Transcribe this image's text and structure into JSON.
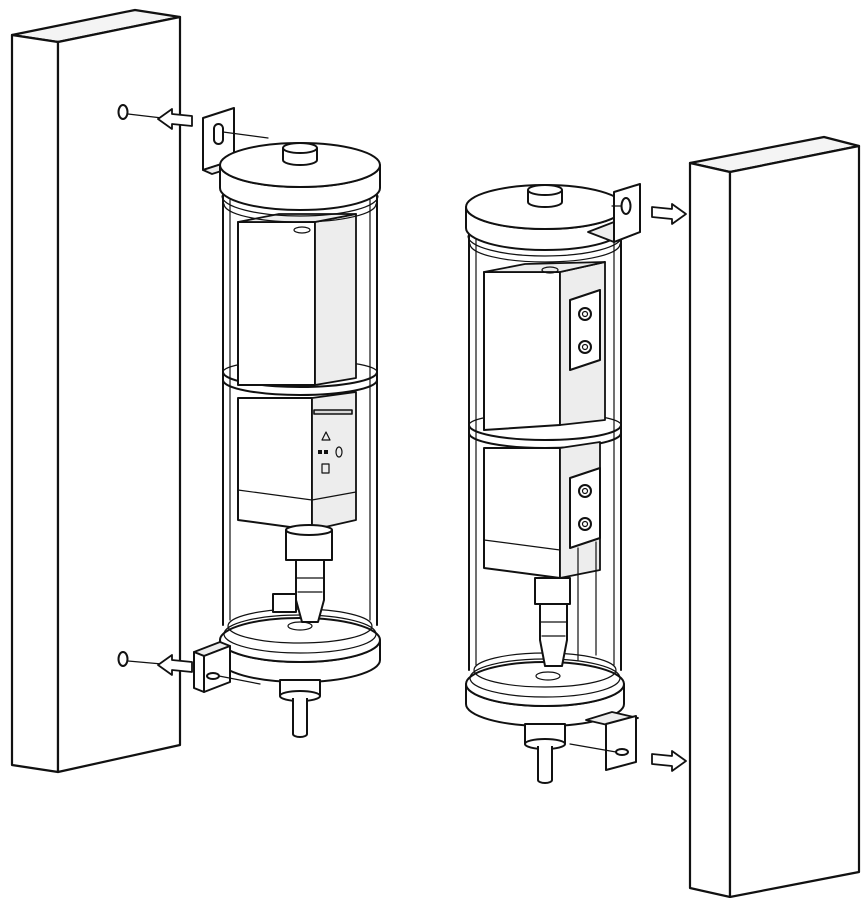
{
  "figure": {
    "kind": "installation-illustration",
    "colors": {
      "stroke": "#111111",
      "background": "#ffffff",
      "wall_shade": "#f4f4f4",
      "part_shade": "#ededed"
    },
    "left_assembly": {
      "wall": "left-wall-post",
      "brackets": [
        "top-bracket",
        "bottom-bracket"
      ],
      "mounting_holes": 2,
      "arrows_direction": "left",
      "device": "lubricator-unit",
      "control_panel_icons": [
        "warning-triangle-icon",
        "indicator-led-icon",
        "button-icon"
      ]
    },
    "right_assembly": {
      "wall": "right-wall-post",
      "brackets": [
        "top-bracket",
        "bottom-bracket"
      ],
      "arrows_direction": "right",
      "device": "lubricator-unit",
      "side_plate_bolts": 4
    }
  }
}
